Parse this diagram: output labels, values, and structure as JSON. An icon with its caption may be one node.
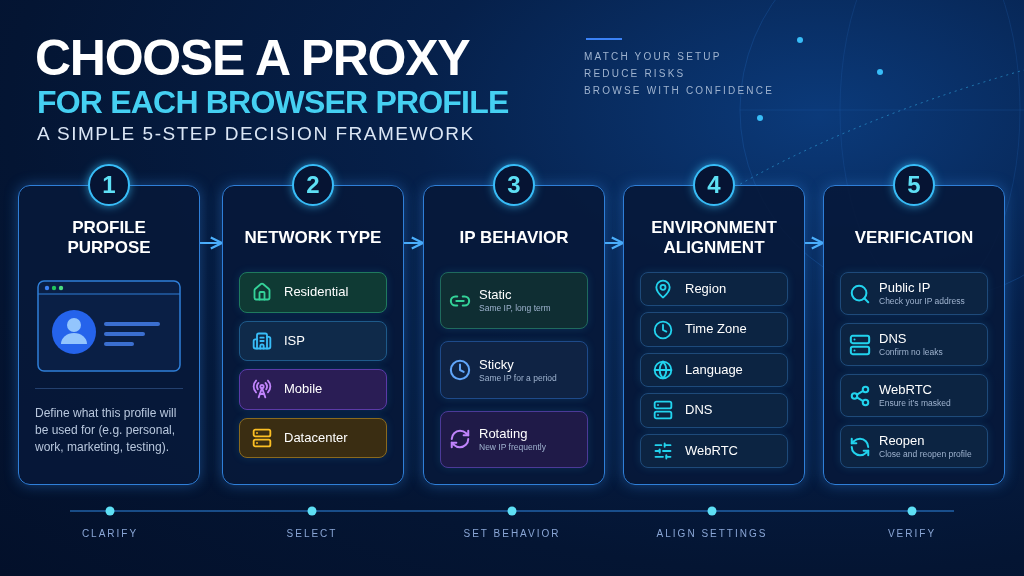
{
  "diagram": {
    "title": "CHOOSE A PROXY",
    "nodes": [
      {
        "text": [
          "1",
          "PROFILE PURPOSE",
          "Define what this profile will be used for (e.g. personal, work, marketing, testing)."
        ]
      },
      {
        "text": [
          "2",
          "NETWORK TYPE"
        ]
      },
      {
        "text": [
          "Residential"
        ],
        "in": 1
      },
      {
        "text": [
          "ISP"
        ],
        "in": 1
      },
      {
        "text": [
          "Mobile"
        ],
        "in": 1
      },
      {
        "text": [
          "Datacenter"
        ],
        "in": 1
      },
      {
        "text": [
          "3",
          "IP BEHAVIOR"
        ]
      },
      {
        "text": [
          "Static",
          "Same IP, long term"
        ],
        "in": 6
      },
      {
        "text": [
          "Sticky",
          "Same IP for a period"
        ],
        "in": 6
      },
      {
        "text": [
          "Rotating",
          "New IP frequently"
        ],
        "in": 6
      },
      {
        "text": [
          "4",
          "ENVIRONMENT ALIGNMENT"
        ]
      },
      {
        "text": [
          "Region"
        ],
        "in": 10
      },
      {
        "text": [
          "Time Zone"
        ],
        "in": 10
      },
      {
        "text": [
          "Language"
        ],
        "in": 10
      },
      {
        "text": [
          "DNS"
        ],
        "in": 10
      },
      {
        "text": [
          "WebRTC"
        ],
        "in": 10
      },
      {
        "text": [
          "5",
          "VERIFICATION"
        ]
      },
      {
        "text": [
          "Public IP",
          "Check your IP address"
        ],
        "in": 16
      },
      {
        "text": [
          "DNS",
          "Confirm no leaks"
        ],
        "in": 16
      },
      {
        "text": [
          "WebRTC",
          "Ensure it’s masked"
        ],
        "in": 16
      },
      {
        "text": [
          "Reopen",
          "Close and reopen profile"
        ],
        "in": 16
      }
    ],
    "edges": [
      {
        "from": 0,
        "to": 1,
        "arrow": "to"
      },
      {
        "from": 1,
        "to": 6,
        "arrow": "to"
      },
      {
        "from": 6,
        "to": 10,
        "arrow": "to"
      },
      {
        "from": 10,
        "to": 16,
        "arrow": "to"
      }
    ],
    "labels": [
      "FOR EACH BROWSER PROFILE",
      "A SIMPLE 5-STEP DECISION FRAMEWORK",
      "MATCH YOUR SETUP",
      "REDUCE RISKS",
      "BROWSE WITH CONFIDENCE",
      "CLARIFY",
      "SELECT",
      "SET BEHAVIOR",
      "ALIGN SETTINGS",
      "VERIFY"
    ]
  }
}
